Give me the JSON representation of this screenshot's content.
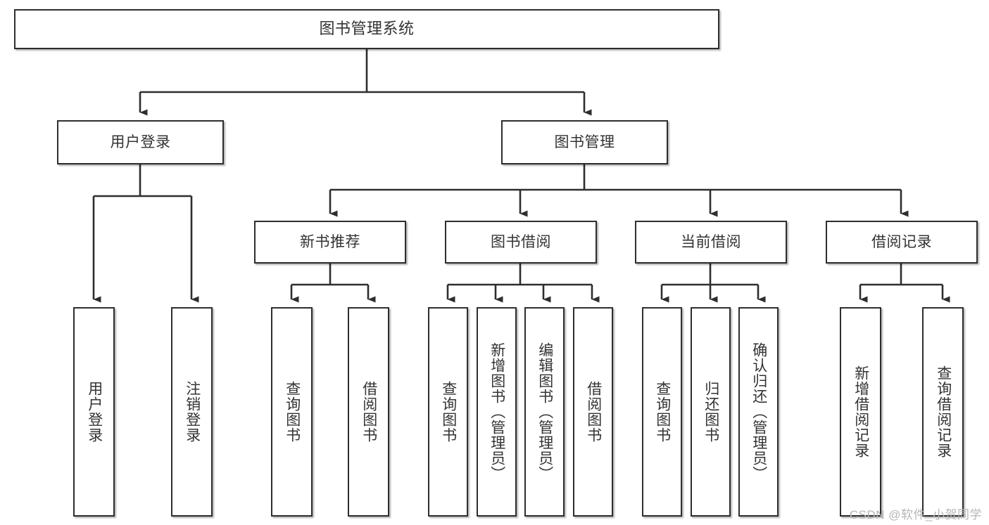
{
  "diagram": {
    "title": "图书管理系统",
    "type": "hierarchy-tree",
    "background": "#ffffff",
    "box_border_color": "#2e2e2e",
    "text_color": "#333333",
    "connector_color": "#2e2e2e"
  },
  "root": {
    "label": "图书管理系统"
  },
  "level2": [
    {
      "label": "用户登录"
    },
    {
      "label": "图书管理"
    }
  ],
  "level3": [
    {
      "label": "新书推荐"
    },
    {
      "label": "图书借阅"
    },
    {
      "label": "当前借阅"
    },
    {
      "label": "借阅记录"
    }
  ],
  "leaves": {
    "user_login": [
      {
        "label": "用户登录"
      },
      {
        "label": "注销登录"
      }
    ],
    "new_book_recommend": [
      {
        "label": "查询图书"
      },
      {
        "label": "借阅图书"
      }
    ],
    "book_borrow": [
      {
        "label": "查询图书"
      },
      {
        "label": "新增图书（管理员）"
      },
      {
        "label": "编辑图书（管理员）"
      },
      {
        "label": "借阅图书"
      }
    ],
    "current_borrow": [
      {
        "label": "查询图书"
      },
      {
        "label": "归还图书"
      },
      {
        "label": "确认归还（管理员）"
      }
    ],
    "borrow_record": [
      {
        "label": "新增借阅记录"
      },
      {
        "label": "查询借阅记录"
      }
    ]
  },
  "watermark": {
    "text": "CSDN @软件_小贺同学",
    "color": "#b6b6b6"
  }
}
